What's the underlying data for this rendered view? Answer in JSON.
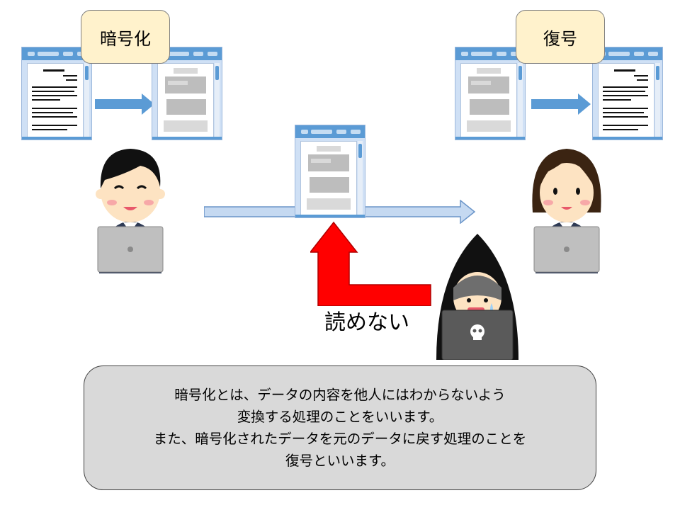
{
  "labels": {
    "encrypt": "暗号化",
    "decrypt": "復号",
    "cannot_read": "読めない"
  },
  "caption": {
    "lines": [
      "暗号化とは、データの内容を他人にはわからないよう",
      "変換する処理のことをいいます。",
      "また、暗号化されたデータを元のデータに戻す処理のことを",
      "復号といいます。"
    ]
  },
  "colors": {
    "label_fill": "#fff2cc",
    "window_accent": "#5b9bd5",
    "small_arrow": "#5b9bd5",
    "main_arrow": "#c5d9f1",
    "attack_arrow": "#ff0000",
    "caption_fill": "#d9d9d9"
  },
  "icons": {
    "plain_doc": "document-window-icon",
    "cipher_doc": "encrypted-document-icon",
    "sender": "man-with-laptop-icon",
    "receiver": "woman-with-laptop-icon",
    "attacker": "hooded-hacker-icon"
  }
}
